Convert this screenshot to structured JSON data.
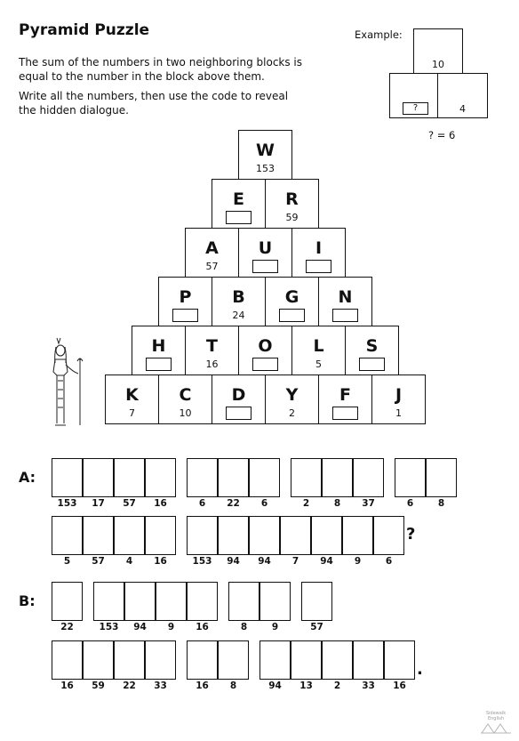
{
  "title": "Pyramid Puzzle",
  "instructions": {
    "p1": "The sum of the numbers in two neighboring blocks is equal to the number in the block above them.",
    "p2": "Write all the numbers, then use the code to reveal the hidden dialogue."
  },
  "example": {
    "label": "Example:",
    "top_value": "10",
    "right_value": "4",
    "unknown": "?",
    "solution": "? = 6"
  },
  "pyramid": [
    [
      {
        "letter": "W",
        "value": "153"
      }
    ],
    [
      {
        "letter": "E",
        "value": ""
      },
      {
        "letter": "R",
        "value": "59"
      }
    ],
    [
      {
        "letter": "A",
        "value": "57"
      },
      {
        "letter": "U",
        "value": ""
      },
      {
        "letter": "I",
        "value": ""
      }
    ],
    [
      {
        "letter": "P",
        "value": ""
      },
      {
        "letter": "B",
        "value": "24"
      },
      {
        "letter": "G",
        "value": ""
      },
      {
        "letter": "N",
        "value": ""
      }
    ],
    [
      {
        "letter": "H",
        "value": ""
      },
      {
        "letter": "T",
        "value": "16"
      },
      {
        "letter": "O",
        "value": ""
      },
      {
        "letter": "L",
        "value": "5"
      },
      {
        "letter": "S",
        "value": ""
      }
    ],
    [
      {
        "letter": "K",
        "value": "7"
      },
      {
        "letter": "C",
        "value": "10"
      },
      {
        "letter": "D",
        "value": ""
      },
      {
        "letter": "Y",
        "value": "2"
      },
      {
        "letter": "F",
        "value": ""
      },
      {
        "letter": "J",
        "value": "1"
      }
    ]
  ],
  "dialogue": {
    "A": {
      "label": "A:",
      "lines": [
        {
          "words": [
            [
              "153",
              "17",
              "57",
              "16"
            ],
            [
              "6",
              "22",
              "6"
            ],
            [
              "2",
              "8",
              "37"
            ],
            [
              "6",
              "8"
            ]
          ],
          "end": ""
        },
        {
          "words": [
            [
              "5",
              "57",
              "4",
              "16"
            ],
            [
              "153",
              "94",
              "94",
              "7",
              "94",
              "9",
              "6"
            ]
          ],
          "end": "?"
        }
      ]
    },
    "B": {
      "label": "B:",
      "lines": [
        {
          "words": [
            [
              "22"
            ],
            [
              "153",
              "94",
              "9",
              "16"
            ],
            [
              "8",
              "9"
            ],
            [
              "57"
            ]
          ],
          "end": ""
        },
        {
          "words": [
            [
              "16",
              "59",
              "22",
              "33"
            ],
            [
              "16",
              "8"
            ],
            [
              "94",
              "13",
              "2",
              "33",
              "16"
            ]
          ],
          "end": "."
        }
      ]
    }
  },
  "logo": {
    "line1": "Sidewalk",
    "line2": "English"
  }
}
